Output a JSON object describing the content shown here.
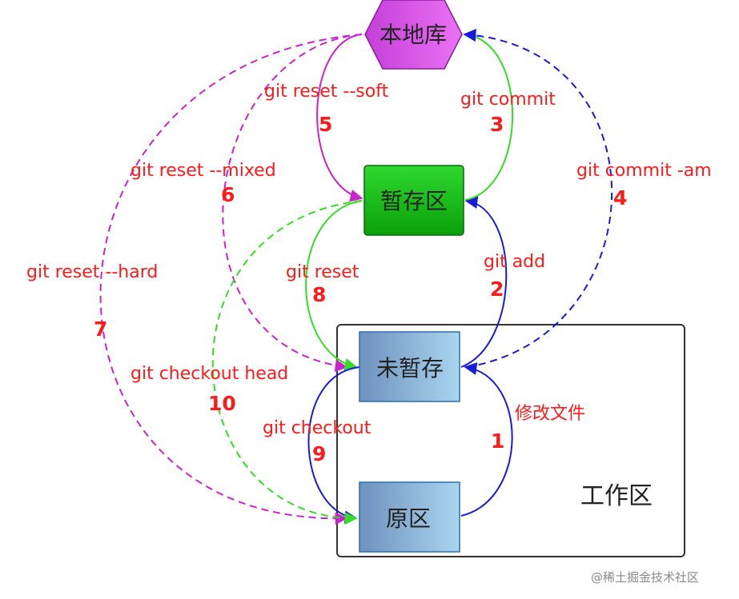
{
  "nodes": {
    "local_repo": {
      "label": "本地库",
      "color": "#dd55ee"
    },
    "staging": {
      "label": "暂存区",
      "color": "#11bb11"
    },
    "unstaged": {
      "label": "未暂存",
      "color": "#6fa5d2"
    },
    "original": {
      "label": "原区",
      "color": "#6fa5d2"
    }
  },
  "workspace": {
    "label": "工作区"
  },
  "edges": [
    {
      "id": "modify",
      "label": "修改文件",
      "step": "1",
      "color": "#1a1adb",
      "style": "solid"
    },
    {
      "id": "add",
      "label": "git add",
      "step": "2",
      "color": "#1a1adb",
      "style": "solid"
    },
    {
      "id": "commit",
      "label": "git commit",
      "step": "3",
      "color": "#33dd22",
      "style": "solid"
    },
    {
      "id": "commit-am",
      "label": "git commit -am",
      "step": "4",
      "color": "#1a1adb",
      "style": "dashed"
    },
    {
      "id": "reset-soft",
      "label": "git reset --soft",
      "step": "5",
      "color": "#cc22cc",
      "style": "solid"
    },
    {
      "id": "reset-mixed",
      "label": "git reset --mixed",
      "step": "6",
      "color": "#cc22cc",
      "style": "dashed"
    },
    {
      "id": "reset-hard",
      "label": "git reset --hard",
      "step": "7",
      "color": "#cc22cc",
      "style": "dashed"
    },
    {
      "id": "reset",
      "label": "git reset",
      "step": "8",
      "color": "#33dd22",
      "style": "solid"
    },
    {
      "id": "checkout",
      "label": "git checkout",
      "step": "9",
      "color": "#1a1adb",
      "style": "solid"
    },
    {
      "id": "checkout-head",
      "label": "git checkout head",
      "step": "10",
      "color": "#33dd22",
      "style": "dashed"
    }
  ],
  "watermark": "@稀土掘金技术社区"
}
